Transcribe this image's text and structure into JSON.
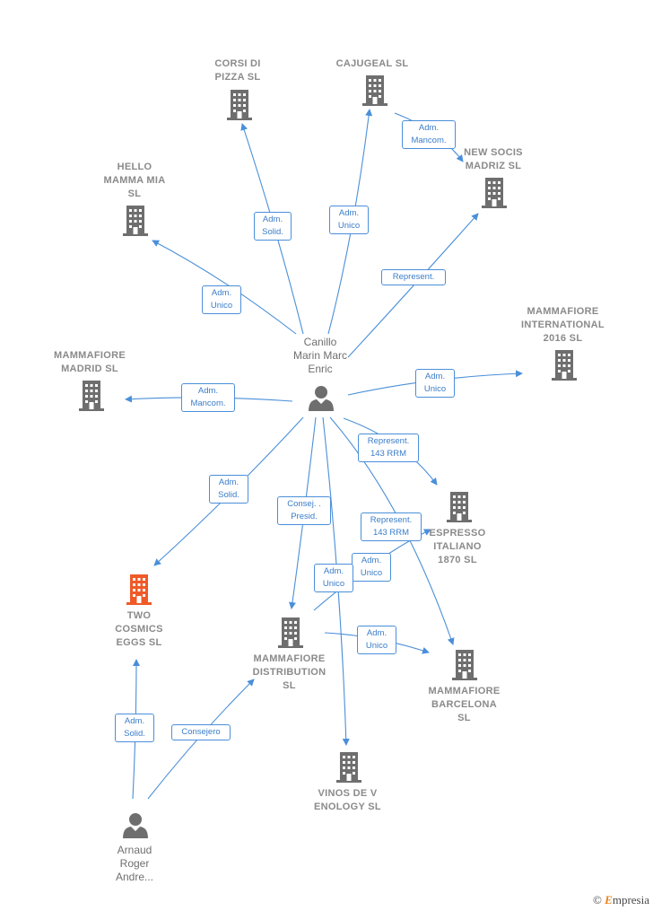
{
  "nodes": {
    "corsi": {
      "label": "CORSI DI\nPIZZA  SL",
      "color": "#6e6e6e"
    },
    "cajugeal": {
      "label": "CAJUGEAL  SL",
      "color": "#6e6e6e"
    },
    "newsocis": {
      "label": "NEW SOCIS\nMADRIZ  SL",
      "color": "#6e6e6e"
    },
    "hello": {
      "label": "HELLO\nMAMMA MIA\nSL",
      "color": "#6e6e6e"
    },
    "mf_int": {
      "label": "MAMMAFIORE\nINTERNATIONAL\n2016  SL",
      "color": "#6e6e6e"
    },
    "mf_madrid": {
      "label": "MAMMAFIORE\nMADRID  SL",
      "color": "#6e6e6e"
    },
    "espresso": {
      "label": "ESPRESSO\nITALIANO\n1870  SL",
      "color": "#6e6e6e"
    },
    "two": {
      "label": "TWO\nCOSMICS\nEGGS  SL",
      "color": "#f05a28"
    },
    "mf_dist": {
      "label": "MAMMAFIORE\nDISTRIBUTION\nSL",
      "color": "#6e6e6e"
    },
    "mf_barcelona": {
      "label": "MAMMAFIORE\nBARCELONA\nSL",
      "color": "#6e6e6e"
    },
    "vinos": {
      "label": "VINOS DE V\nENOLOGY  SL",
      "color": "#6e6e6e"
    }
  },
  "persons": {
    "canillo": {
      "label": "Canillo\nMarin Marc\nEnric"
    },
    "arnaud": {
      "label": "Arnaud\nRoger\nAndre..."
    }
  },
  "edges": [
    {
      "id": "e_corsi",
      "label": "Adm.\nSolid."
    },
    {
      "id": "e_cajugeal",
      "label": "Adm.\nUnico"
    },
    {
      "id": "e_cajugeal_newsocis",
      "label": "Adm.\nMancom."
    },
    {
      "id": "e_newsocis",
      "label": "Represent."
    },
    {
      "id": "e_hello",
      "label": "Adm.\nUnico"
    },
    {
      "id": "e_mfint",
      "label": "Adm.\nUnico"
    },
    {
      "id": "e_mfmadrid",
      "label": "Adm.\nMancom."
    },
    {
      "id": "e_espresso",
      "label": "Represent.\n143 RRM"
    },
    {
      "id": "e_two",
      "label": "Adm.\nSolid."
    },
    {
      "id": "e_mfdist",
      "label": "Consej. .\nPresid."
    },
    {
      "id": "e_barcelona",
      "label": "Represent.\n143 RRM"
    },
    {
      "id": "e_dist_espresso_a",
      "label": "Adm.\nUnico"
    },
    {
      "id": "e_dist_espresso_b",
      "label": "Adm.\nUnico"
    },
    {
      "id": "e_dist_barcelona",
      "label": "Adm.\nUnico"
    },
    {
      "id": "e_arnaud_two",
      "label": "Adm.\nSolid."
    },
    {
      "id": "e_arnaud_dist",
      "label": "Consejero"
    }
  ],
  "colors": {
    "edge": "#4a8fd9",
    "building": "#6e6e6e",
    "highlight": "#f05a28",
    "person": "#6e6e6e"
  },
  "footer": {
    "copyright": "©",
    "brand_initial": "E",
    "brand_rest": "mpresia"
  }
}
